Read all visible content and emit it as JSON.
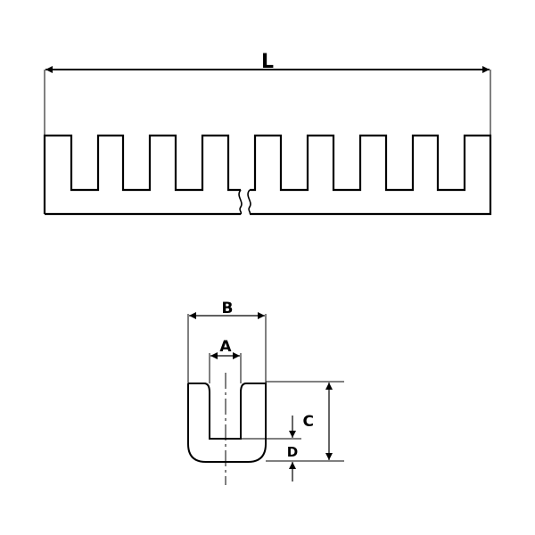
{
  "drawing": {
    "top_view": {
      "length_label": "L"
    },
    "section_view": {
      "width_label": "B",
      "slot_width_label": "A",
      "height_label": "C",
      "base_thickness_label": "D"
    }
  }
}
